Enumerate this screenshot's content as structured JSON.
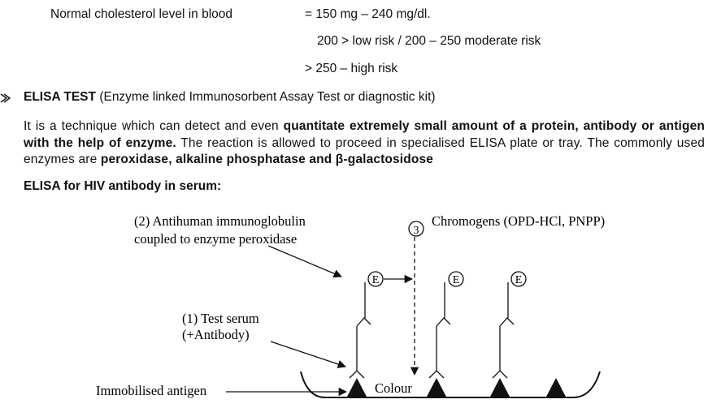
{
  "cholesterol": {
    "label": "Normal cholesterol level in blood",
    "value": "= 150 mg – 240 mg/dl.",
    "risk_line1": "200 > low risk / 200 – 250 moderate risk",
    "risk_line2": "> 250 – high risk"
  },
  "elisa": {
    "bullet_icon": "hollow-arrow-bullet",
    "heading": "ELISA TEST",
    "heading_note": "(Enzyme linked Immunosorbent Assay Test or diagnostic kit)",
    "para": {
      "p1": "It is a technique which can detect and even ",
      "b1": "quantitate extremely small amount of a protein, antibody or antigen with the help of enzyme.",
      "p2": " The reaction is allowed to proceed in specialised ELISA plate or tray. The commonly used enzymes are ",
      "b2": "peroxidase, alkaline phosphatase and β-galactosidose"
    },
    "subheading": "ELISA for HIV antibody in serum:"
  },
  "diagram": {
    "label_antihuman_1": "(2) Antihuman immunoglobulin",
    "label_antihuman_2": "coupled to enzyme peroxidase",
    "step3_number": "3",
    "label_chromogens": "Chromogens (OPD-HCl, PNPP)",
    "enzyme_letter": "E",
    "label_test_serum_1": "(1) Test serum",
    "label_test_serum_2": "(+Antibody)",
    "label_immobilised": "Immobilised antigen",
    "label_colour": "Colour"
  }
}
